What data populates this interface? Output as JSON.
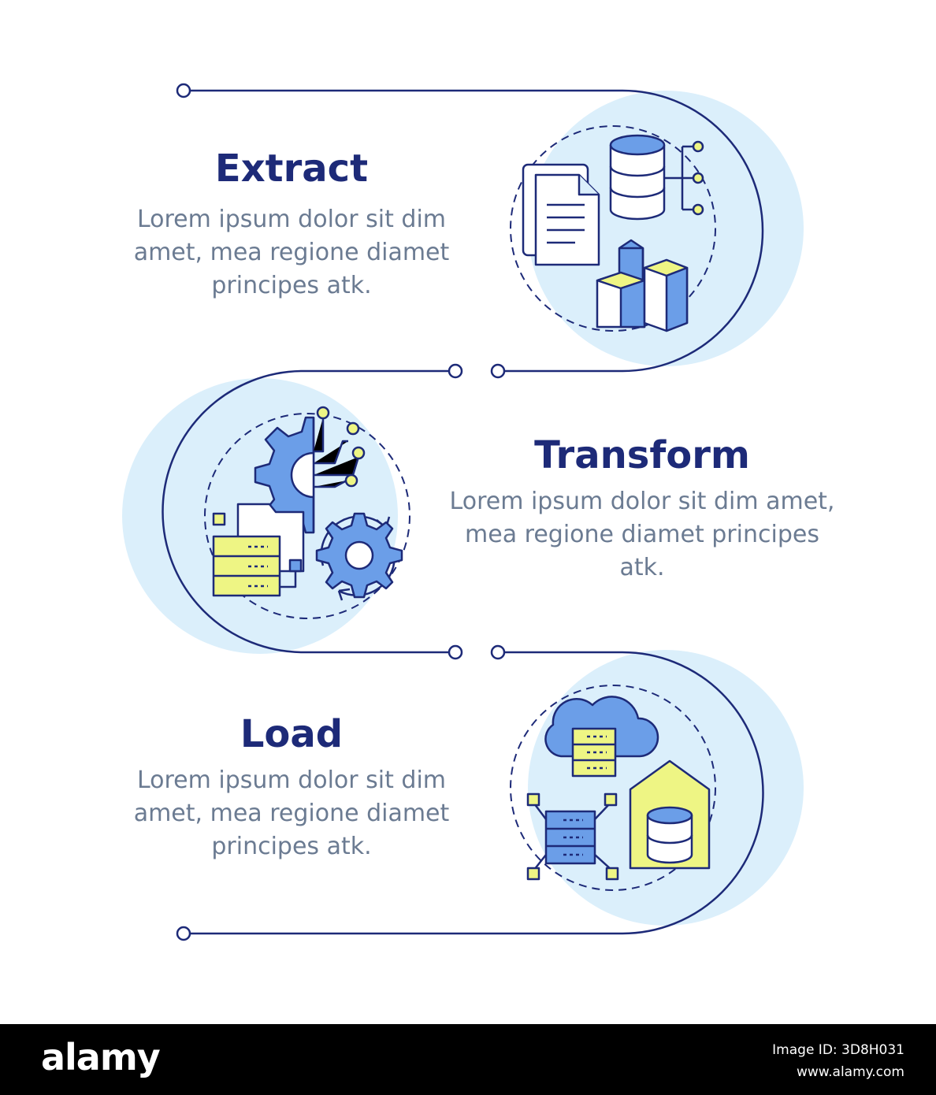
{
  "colors": {
    "navy": "#1d2a78",
    "text_gray": "#6b7b92",
    "circle_blue": "#dbeffb",
    "icon_blue": "#6b9ee8",
    "icon_yellow": "#eef584",
    "footer_bg": "#000000"
  },
  "steps": [
    {
      "title": "Extract",
      "description": "Lorem ipsum dolor sit dim amet, mea regione diamet principes atk.",
      "icon": "extract-data-icon"
    },
    {
      "title": "Transform",
      "description": "Lorem ipsum dolor sit dim amet, mea regione diamet principes atk.",
      "icon": "transform-data-icon"
    },
    {
      "title": "Load",
      "description": "Lorem ipsum dolor sit dim amet, mea regione diamet principes atk.",
      "icon": "load-data-icon"
    }
  ],
  "footer": {
    "logo": "alamy",
    "image_id": "Image ID: 3D8H031",
    "site": "www.alamy.com"
  }
}
